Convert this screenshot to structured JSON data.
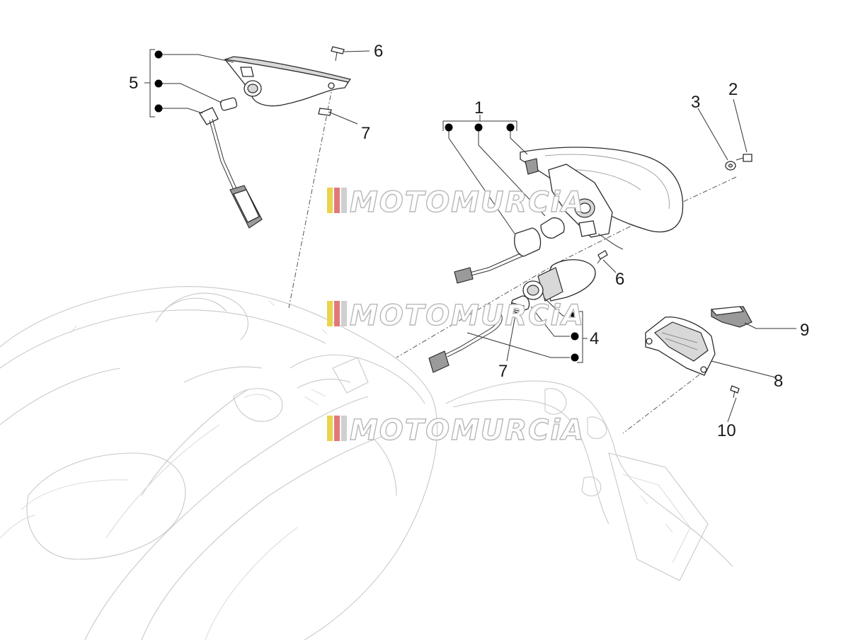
{
  "callouts": {
    "c1": "1",
    "c2": "2",
    "c3": "3",
    "c4": "4",
    "c5": "5",
    "c6a": "6",
    "c6b": "6",
    "c7a": "7",
    "c7b": "7",
    "c8": "8",
    "c9": "9",
    "c10": "10"
  },
  "watermark": {
    "text": "MOTOMURCiA",
    "stripe_colors": [
      "#e8d44d",
      "#e07a7a",
      "#cfcfcf"
    ]
  }
}
